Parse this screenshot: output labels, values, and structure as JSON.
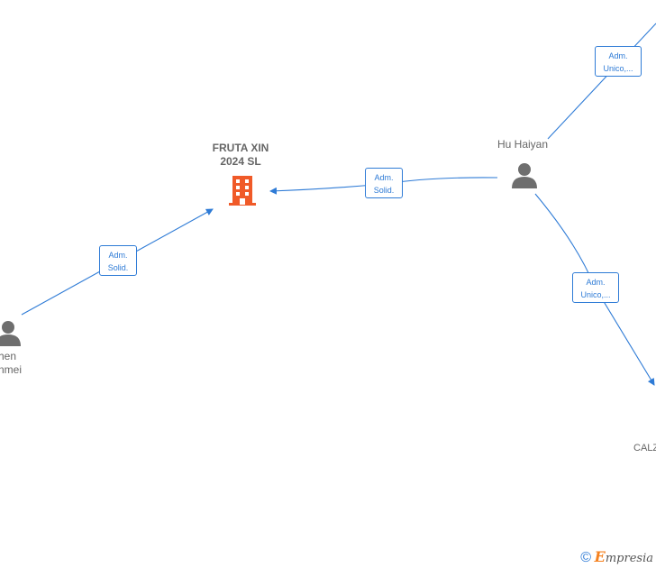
{
  "nodes": {
    "company": {
      "name_line1": "FRUTA XIN",
      "name_line2": "2024  SL"
    },
    "hu_haiyan": {
      "name": "Hu Haiyan"
    },
    "partial_person": {
      "name_line1": "hen",
      "name_line2": "nmei"
    },
    "partial_company": {
      "name": "CALZ"
    }
  },
  "edges": [
    {
      "line1": "Adm.",
      "line2": "Solid."
    },
    {
      "line1": "Adm.",
      "line2": "Solid."
    },
    {
      "line1": "Adm.",
      "line2": "Unico,..."
    },
    {
      "line1": "Adm.",
      "line2": "Unico,..."
    }
  ],
  "footer": {
    "copyright": "©",
    "brand_e": "E",
    "brand_rest": "mpresia"
  },
  "colors": {
    "edge": "#2e7bd6",
    "company_icon": "#f05a28",
    "person_icon": "#6e6e6e",
    "text": "#666666"
  }
}
